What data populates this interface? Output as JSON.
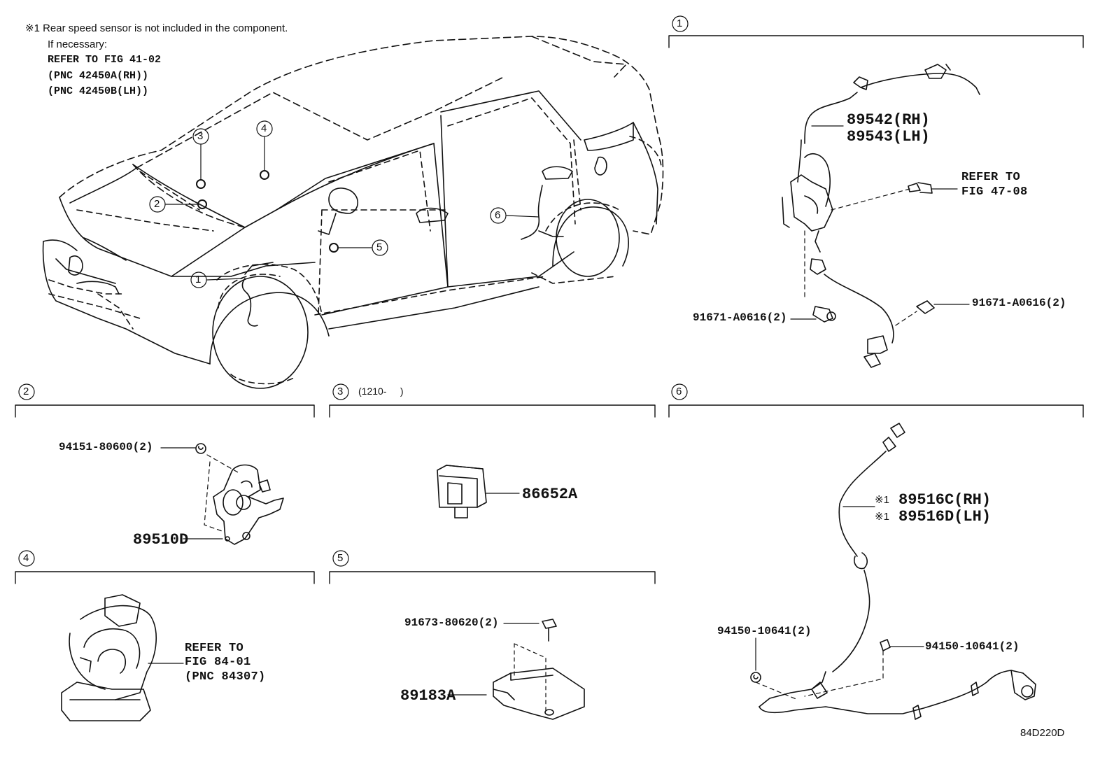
{
  "note": {
    "line1": "※1 Rear speed sensor is not included in the component.",
    "line2": "If necessary:",
    "line3": "REFER TO FIG 41-02",
    "line4": "(PNC 42450A(RH))",
    "line5": "(PNC 42450B(LH))"
  },
  "callouts": [
    "1",
    "2",
    "3",
    "4",
    "5",
    "6"
  ],
  "sections": {
    "s1": {
      "number": "1",
      "parts": [
        "89542(RH)",
        "89543(LH)"
      ],
      "refer": [
        "REFER TO",
        "FIG 47-08"
      ],
      "bolt_left": "91671-A0616(2)",
      "bolt_right": "91671-A0616(2)"
    },
    "s2": {
      "number": "2",
      "bolt": "94151-80600(2)",
      "part": "89510D"
    },
    "s3": {
      "number": "3",
      "extra": "(1210-     )",
      "part": "86652A"
    },
    "s4": {
      "number": "4",
      "refer": [
        "REFER TO",
        "FIG 84-01",
        "(PNC 84307)"
      ]
    },
    "s5": {
      "number": "5",
      "bolt": "91673-80620(2)",
      "part": "89183A"
    },
    "s6": {
      "number": "6",
      "mark": "※1",
      "parts": [
        "89516C(RH)",
        "89516D(LH)"
      ],
      "nut_left": "94150-10641(2)",
      "nut_right": "94150-10641(2)"
    }
  },
  "footer_code": "84D220D"
}
